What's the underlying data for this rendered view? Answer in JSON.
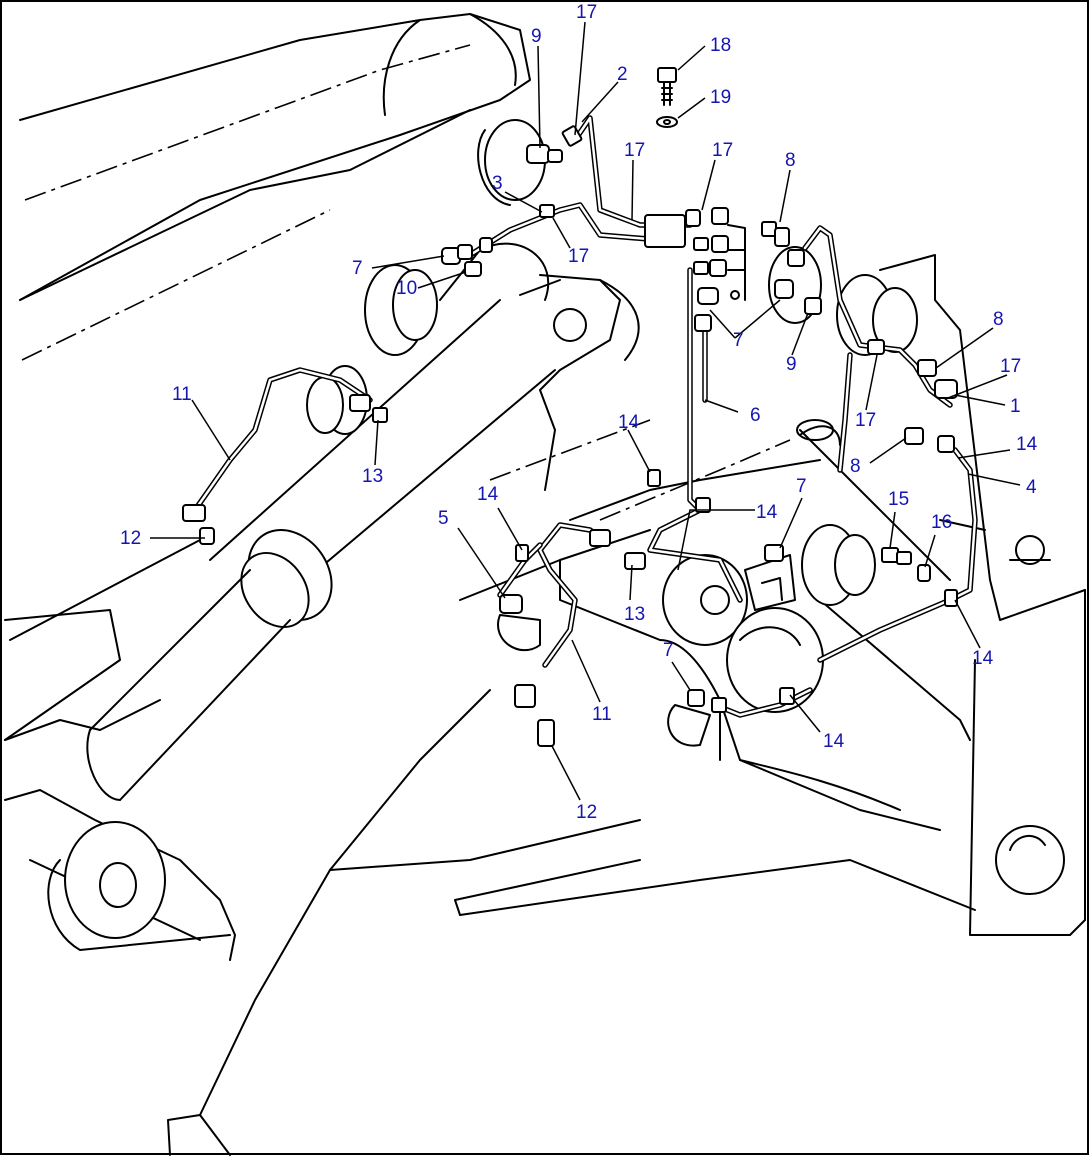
{
  "figure": {
    "border_color": "#000000",
    "callout_color": "#1515b0",
    "line_color": "#000000"
  },
  "callouts": [
    {
      "label": "17"
    },
    {
      "label": "9"
    },
    {
      "label": "2"
    },
    {
      "label": "18"
    },
    {
      "label": "19"
    },
    {
      "label": "17"
    },
    {
      "label": "17"
    },
    {
      "label": "8"
    },
    {
      "label": "3"
    },
    {
      "label": "17"
    },
    {
      "label": "7"
    },
    {
      "label": "10"
    },
    {
      "label": "7"
    },
    {
      "label": "9"
    },
    {
      "label": "8"
    },
    {
      "label": "17"
    },
    {
      "label": "1"
    },
    {
      "label": "17"
    },
    {
      "label": "11"
    },
    {
      "label": "13"
    },
    {
      "label": "14"
    },
    {
      "label": "6"
    },
    {
      "label": "14"
    },
    {
      "label": "8"
    },
    {
      "label": "4"
    },
    {
      "label": "12"
    },
    {
      "label": "5"
    },
    {
      "label": "14"
    },
    {
      "label": "14"
    },
    {
      "label": "7"
    },
    {
      "label": "15"
    },
    {
      "label": "16"
    },
    {
      "label": "13"
    },
    {
      "label": "14"
    },
    {
      "label": "11"
    },
    {
      "label": "7"
    },
    {
      "label": "14"
    },
    {
      "label": "12"
    }
  ]
}
